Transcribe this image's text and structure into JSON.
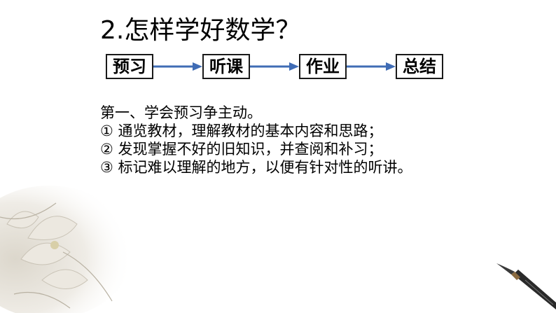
{
  "slide": {
    "title": "2.怎样学好数学？",
    "flow_steps": [
      "预习",
      "听课",
      "作业",
      "总结"
    ],
    "section_heading": "第一、学会预习争主动。",
    "points": [
      "① 通览教材，理解教材的基本内容和思路；",
      "② 发现掌握不好的旧知识，并查阅和补习；",
      "③ 标记难以理解的地方，以便有针对性的听讲。"
    ]
  },
  "colors": {
    "arrow": "#3f6cb5",
    "box_border": "#1a1a1a",
    "text": "#000000"
  }
}
